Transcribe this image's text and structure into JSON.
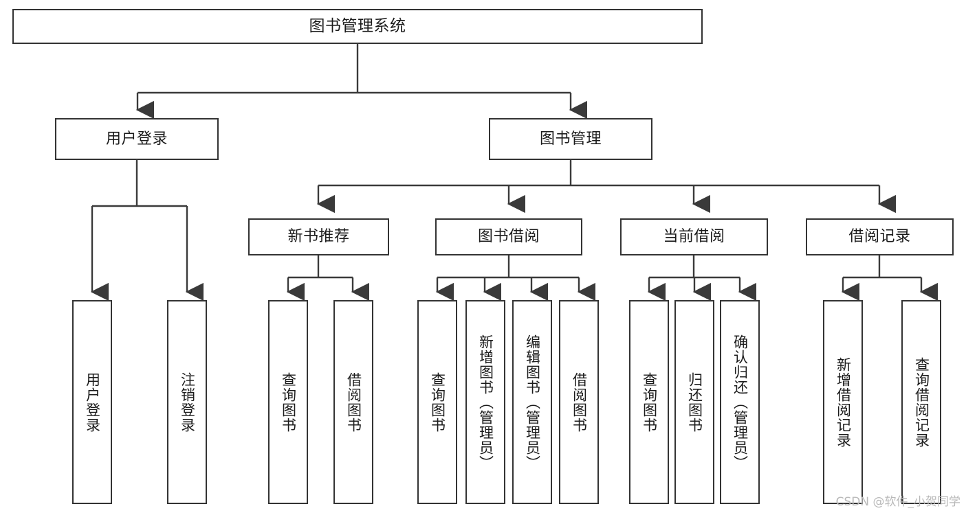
{
  "diagram": {
    "title": "图书管理系统",
    "type": "tree",
    "orientation": "top-down",
    "colors": {
      "box_border": "#333333",
      "box_fill": "#ffffff",
      "connector": "#3a3a3a",
      "text": "#1b1b1b",
      "watermark": "#b9b9b9",
      "background": "#ffffff"
    },
    "root": {
      "label": "图书管理系统"
    },
    "level2": [
      {
        "label": "用户登录"
      },
      {
        "label": "图书管理"
      }
    ],
    "level3": [
      {
        "label": "新书推荐"
      },
      {
        "label": "图书借阅"
      },
      {
        "label": "当前借阅"
      },
      {
        "label": "借阅记录"
      }
    ],
    "leaves": {
      "user_login": [
        {
          "label": "用户登录"
        },
        {
          "label": "注销登录"
        }
      ],
      "new_book_recommend": [
        {
          "label": "查询图书"
        },
        {
          "label": "借阅图书"
        }
      ],
      "book_borrow": [
        {
          "label": "查询图书"
        },
        {
          "label": "新增图书（管理员）"
        },
        {
          "label": "编辑图书（管理员）"
        },
        {
          "label": "借阅图书"
        }
      ],
      "current_borrow": [
        {
          "label": "查询图书"
        },
        {
          "label": "归还图书"
        },
        {
          "label": "确认归还（管理员）"
        }
      ],
      "borrow_record": [
        {
          "label": "新增借阅记录"
        },
        {
          "label": "查询借阅记录"
        }
      ]
    }
  },
  "watermark": {
    "text": "CSDN @软件_小贺同学"
  }
}
